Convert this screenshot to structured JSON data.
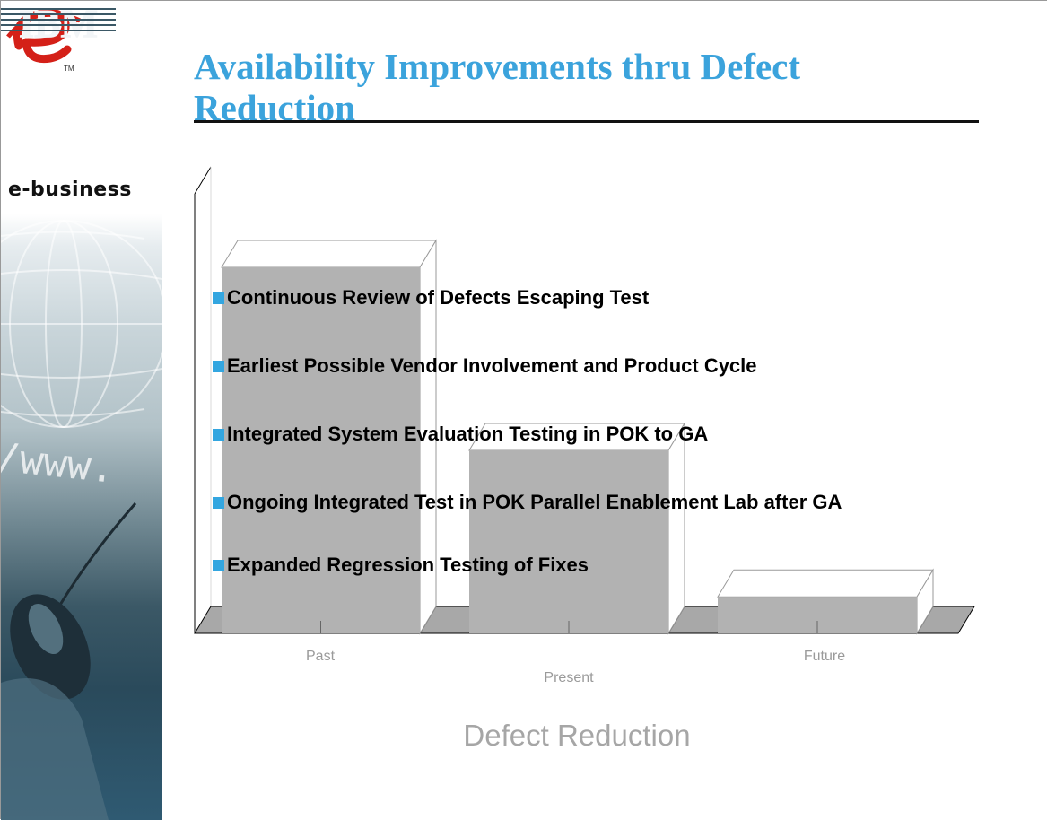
{
  "slide": {
    "title": "Availability Improvements thru Defect Reduction",
    "brand_text": "e-business",
    "trademark": "TM",
    "company_logo": "IBM",
    "bullets": [
      "Continuous Review of Defects Escaping Test",
      "Earliest Possible Vendor Involvement and Product Cycle",
      "Integrated System Evaluation Testing in POK to GA",
      "Ongoing Integrated Test in POK Parallel Enablement Lab after GA",
      "Expanded Regression Testing of Fixes"
    ],
    "colors": {
      "title": "#3ba3dc",
      "bullet_marker": "#33a6e0",
      "bar": "#b2b2b2",
      "floor": "#a8a8a8"
    }
  },
  "chart_data": {
    "type": "bar",
    "categories": [
      "Past",
      "Present",
      "Future"
    ],
    "values": [
      100,
      50,
      10
    ],
    "xlabel": "Defect Reduction",
    "ylabel": "",
    "ylim": [
      0,
      100
    ],
    "grid": false,
    "legend": "none"
  }
}
